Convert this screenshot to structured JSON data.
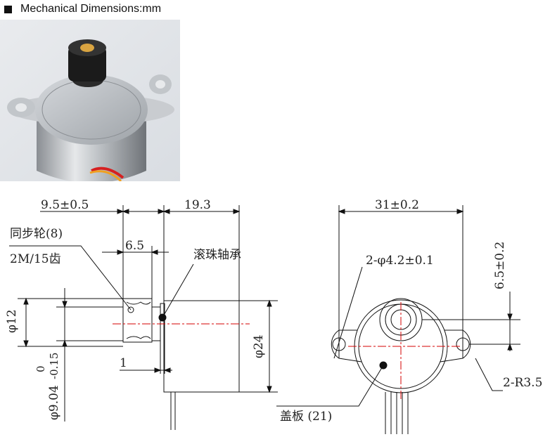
{
  "header": {
    "title": "Mechanical Dimensions:mm"
  },
  "side_view": {
    "dim_top_left": "9.5±0.5",
    "dim_top_right": "19.3",
    "dim_inner": "6.5",
    "dim_small": "1",
    "dim_height_small": "φ12",
    "dim_height_large": "φ24",
    "dim_shaft": "φ9.04",
    "dim_shaft_tol_upper": "0",
    "dim_shaft_tol_lower": "-0.15",
    "label_gear": "同步轮(8)",
    "label_gear_spec": "2M/15齿",
    "label_bearing": "滚珠轴承"
  },
  "front_view": {
    "dim_width": "31±0.2",
    "dim_holes": "2-φ4.2±0.1",
    "dim_offset": "6.5±0.2",
    "dim_radius": "2-R3.5",
    "label_cover": "盖板 (21)"
  },
  "colors": {
    "line": "#111111",
    "centerline": "#d40000",
    "background": "#ffffff"
  }
}
